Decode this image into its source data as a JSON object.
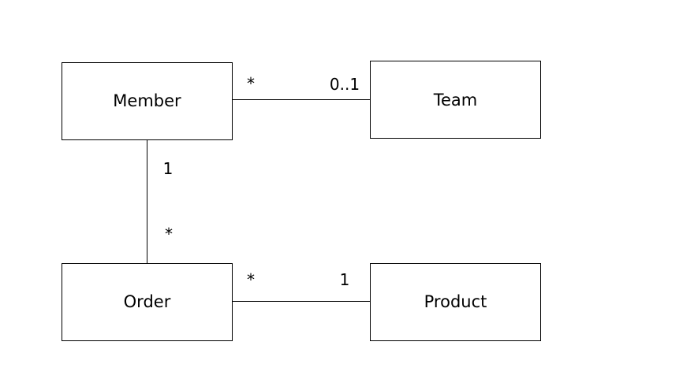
{
  "entities": {
    "member": {
      "name": "Member"
    },
    "team": {
      "name": "Team"
    },
    "order": {
      "name": "Order"
    },
    "product": {
      "name": "Product"
    }
  },
  "associations": {
    "member_team": {
      "member_end": "*",
      "team_end": "0..1"
    },
    "member_order": {
      "member_end": "1",
      "order_end": "*"
    },
    "order_product": {
      "order_end": "*",
      "product_end": "1"
    }
  }
}
